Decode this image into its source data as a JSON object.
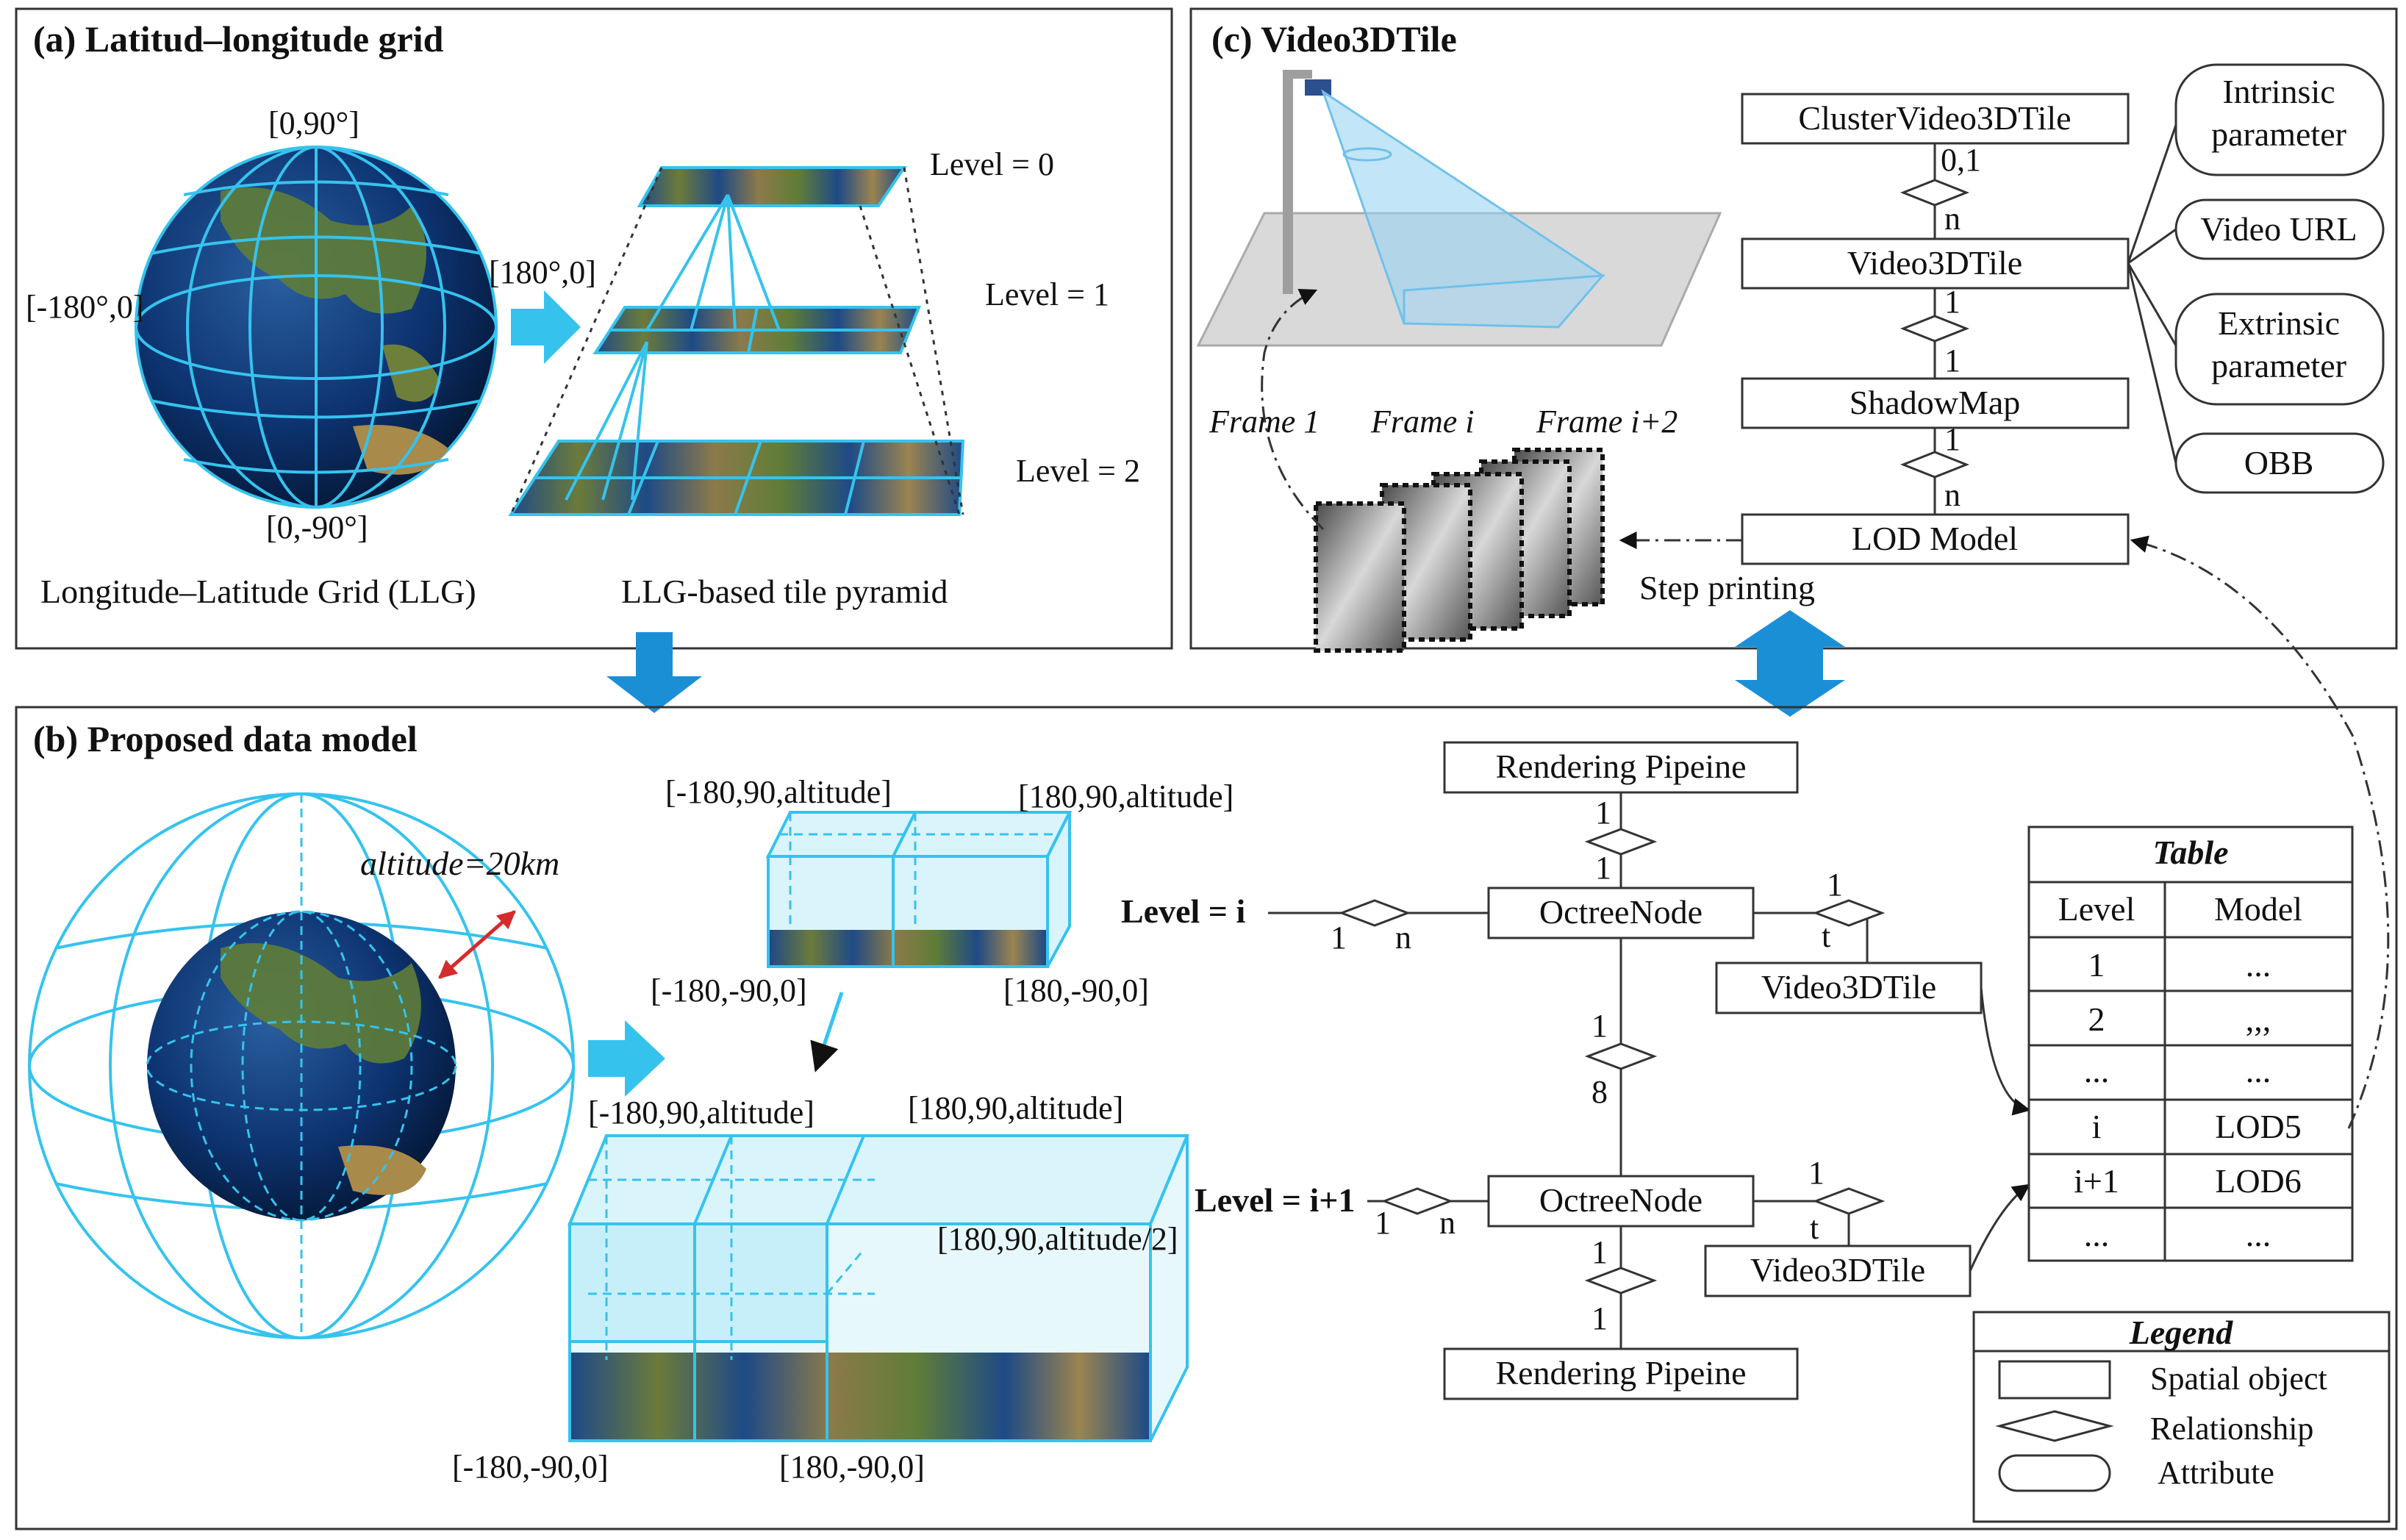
{
  "panels": {
    "a": {
      "title": "(a) Latitud–longitude grid",
      "globe_labels": {
        "top": "[0,90°]",
        "bottom": "[0,-90°]",
        "left": "[-180°,0]",
        "right": "[180°,0]"
      },
      "levels": [
        "Level = 0",
        "Level = 1",
        "Level = 2"
      ],
      "caption_left": "Longitude–Latitude Grid (LLG)",
      "caption_right": "LLG-based tile pyramid"
    },
    "b": {
      "title": "(b) Proposed data model",
      "altitude_label": "altitude=20km",
      "cube_top_labels": {
        "tl": "[-180,90,altitude]",
        "tr": "[180,90,altitude]",
        "bl": "[-180,-90,0]",
        "br": "[180,-90,0]"
      },
      "cube_bottom_labels": {
        "tl": "[-180,90,altitude]",
        "tr": "[180,90,altitude]",
        "mid": "[180,90,altitude/2]",
        "bl": "[-180,-90,0]",
        "br": "[180,-90,0]"
      },
      "er": {
        "rendering_pipeline": "Rendering Pipeine",
        "octree_node": "OctreeNode",
        "video3dtile": "Video3DTile",
        "level_i": "Level = i",
        "level_i1": "Level = i+1",
        "card_1": "1",
        "card_n": "n",
        "card_t": "t",
        "card_8": "8"
      },
      "table": {
        "title": "Table",
        "headers": [
          "Level",
          "Model"
        ],
        "rows": [
          [
            "1",
            "..."
          ],
          [
            "2",
            ",,,"
          ],
          [
            "...",
            "..."
          ],
          [
            "i",
            "LOD5"
          ],
          [
            "i+1",
            "LOD6"
          ],
          [
            "...",
            "..."
          ]
        ]
      },
      "legend": {
        "title": "Legend",
        "items": [
          "Spatial object",
          "Relationship",
          "Attribute"
        ]
      }
    },
    "c": {
      "title": "(c) Video3DTile",
      "entities": [
        "ClusterVideo3DTile",
        "Video3DTile",
        "ShadowMap",
        "LOD Model"
      ],
      "cardinalities": [
        "0,1",
        "n",
        "1",
        "1",
        "1",
        "n"
      ],
      "attributes": [
        "Intrinsic parameter",
        "Video URL",
        "Extrinsic parameter",
        "OBB"
      ],
      "frames": [
        "Frame 1",
        "Frame i",
        "Frame i+2"
      ],
      "step_printing": "Step printing"
    }
  },
  "colors": {
    "accent_cyan": "#35c3ee",
    "arrow_blue": "#1b8fd6",
    "ocean": "#0b2f63",
    "land": "#6d7f3a"
  }
}
